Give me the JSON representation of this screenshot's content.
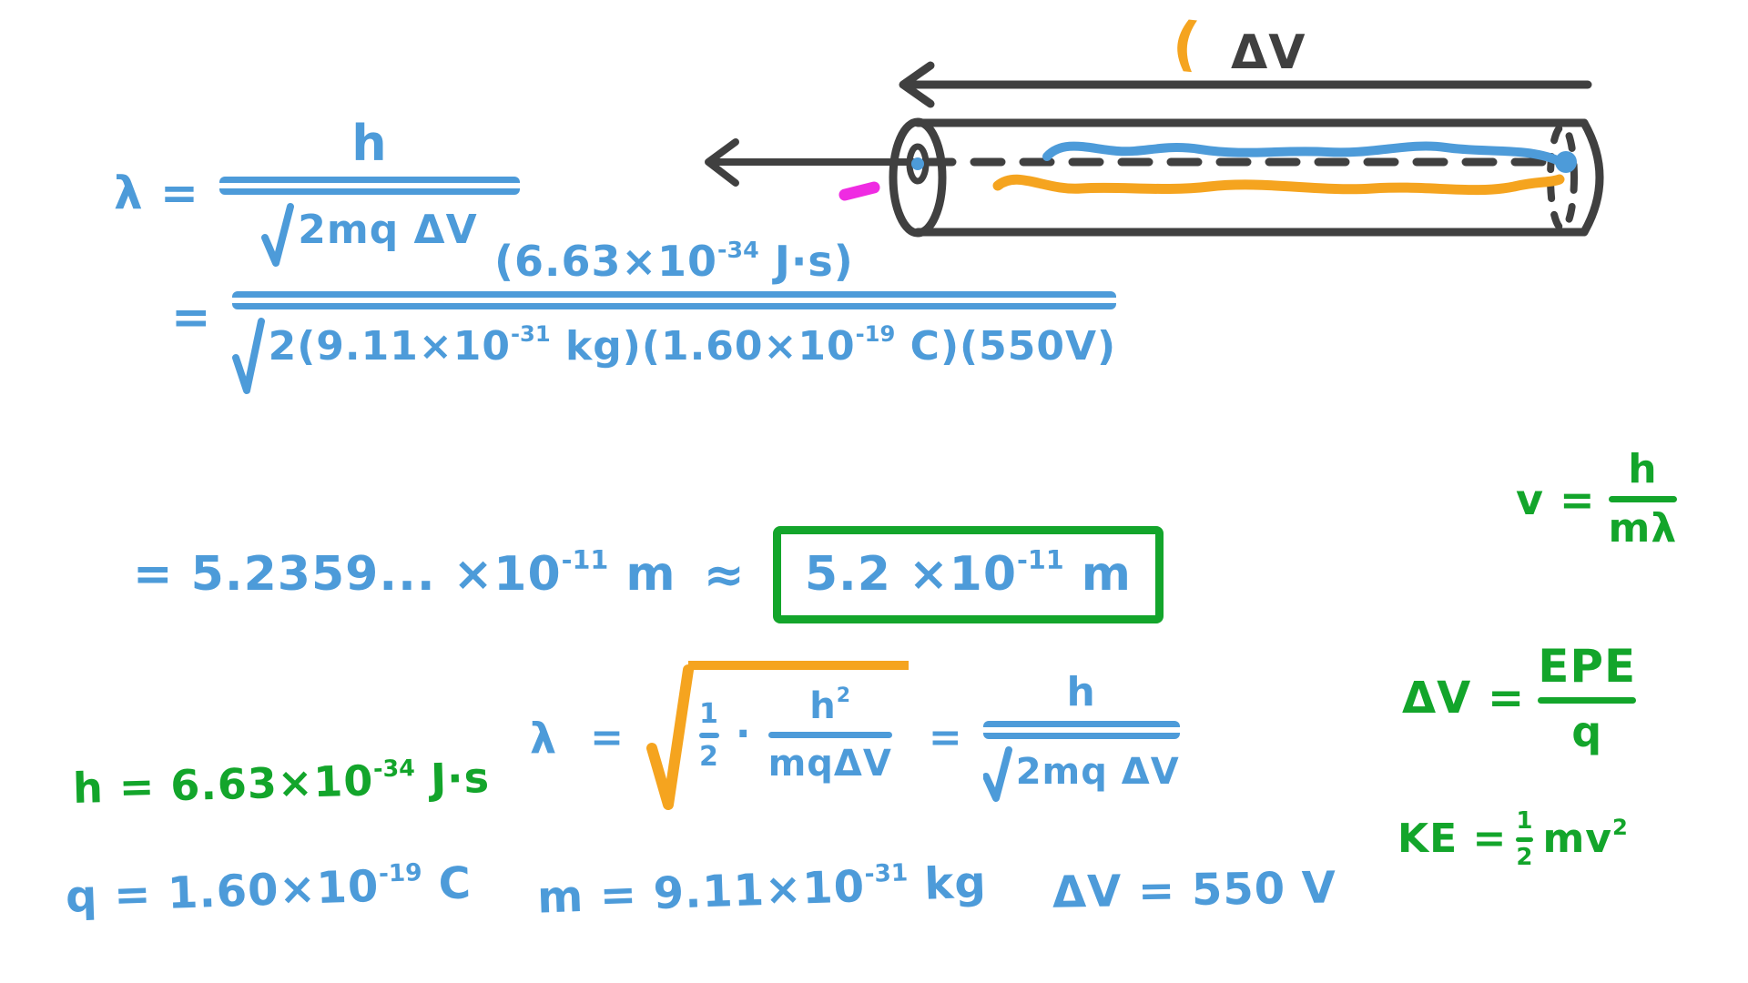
{
  "colors": {
    "blue": "#4D9BD9",
    "green": "#13A52B",
    "orange": "#F5A41F",
    "magenta": "#EF2BE2",
    "ink": "#404040"
  },
  "diagram": {
    "label": "ΔV",
    "bracket": "("
  },
  "work": {
    "eq1": {
      "lhs": "λ =",
      "numerator": "h",
      "radicand": "2mq ΔV"
    },
    "eq2": {
      "equals": "=",
      "num_pre": "(6.63×10",
      "num_exp": "-34",
      "num_post": " J·s)",
      "den_p1": "2(9.11×10",
      "den_e1": "-31",
      "den_p2": " kg)(1.60×10",
      "den_e2": "-19",
      "den_p3": " C)(550V)"
    },
    "eq3": {
      "pre": "= 5.2359... ×10",
      "exp": "-11",
      "unit": " m",
      "approx": "≈",
      "box_pre": "5.2 ×10",
      "box_exp": "-11",
      "box_unit": " m"
    },
    "eq4": {
      "lhs": "λ",
      "equals": "=",
      "half_num": "1",
      "half_den": "2",
      "dot": "·",
      "num_base": "h",
      "num_exp": "2",
      "den": "mqΔV",
      "equals2": "=",
      "rhs_num": "h",
      "rhs_radicand": "2mq ΔV"
    }
  },
  "notes": {
    "v": {
      "lhs": "v =",
      "num": "h",
      "den": "mλ"
    },
    "h": {
      "pre": "h = 6.63×10",
      "exp": "-34",
      "unit": " J·s"
    },
    "dv": {
      "lhs": "ΔV =",
      "num": "EPE",
      "den": "q"
    },
    "ke": {
      "pre": "KE =",
      "half_num": "1",
      "half_den": "2",
      "base": "mv",
      "exp": "2"
    }
  },
  "givens": {
    "q_pre": "q = 1.60×10",
    "q_exp": "-19",
    "q_unit": " C",
    "m_pre": "m = 9.11×10",
    "m_exp": "-31",
    "m_unit": " kg",
    "dv": "ΔV = 550 V"
  }
}
